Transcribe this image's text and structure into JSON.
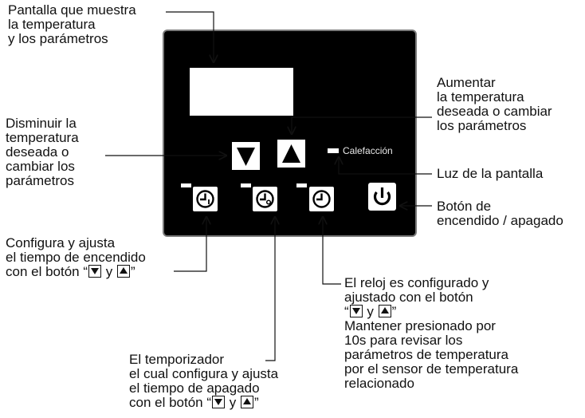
{
  "panel": {
    "heating_label": "Calefacción"
  },
  "labels": {
    "display": [
      "Pantalla que muestra",
      "la temperatura",
      "y los parámetros"
    ],
    "increase": [
      "Aumentar",
      "la temperatura",
      "deseada o cambiar",
      "los parámetros"
    ],
    "decrease": [
      "Disminuir la",
      "temperatura",
      "deseada o",
      "cambiar los",
      "parámetros"
    ],
    "screen_light": "Luz de la pantalla",
    "power": [
      "Botón de",
      "encendido / apagado"
    ],
    "on_timer": {
      "line1": "Configura y ajusta",
      "line2": "el tiempo de encendido",
      "line3_pre": "con el botón “",
      "line3_mid": "y",
      "line3_post": "”"
    },
    "clock": {
      "line1": "El reloj es configurado y",
      "line2": "ajustado con el botón",
      "line3_pre": "“",
      "line3_mid": "y",
      "line3_post": "”",
      "hold": [
        "Mantener presionado por",
        "10s para revisar los",
        "parámetros de temperatura",
        "por el sensor de temperatura",
        "relacionado"
      ]
    },
    "off_timer": {
      "line1": "El temporizador",
      "line2": "el cual configura y ajusta",
      "line3": "el tiempo de apagado",
      "line4_pre": "con el botón “",
      "line4_mid": "y",
      "line4_post": "”"
    }
  },
  "icons": {
    "down": "down-arrow-icon",
    "up": "up-arrow-icon",
    "on_timer": "timer-on-icon",
    "off_timer": "timer-off-icon",
    "clock": "clock-icon",
    "power": "power-icon"
  },
  "colors": {
    "panel": "#000000",
    "panel_border": "#7a7a7a",
    "indicator": "#ffffff"
  }
}
